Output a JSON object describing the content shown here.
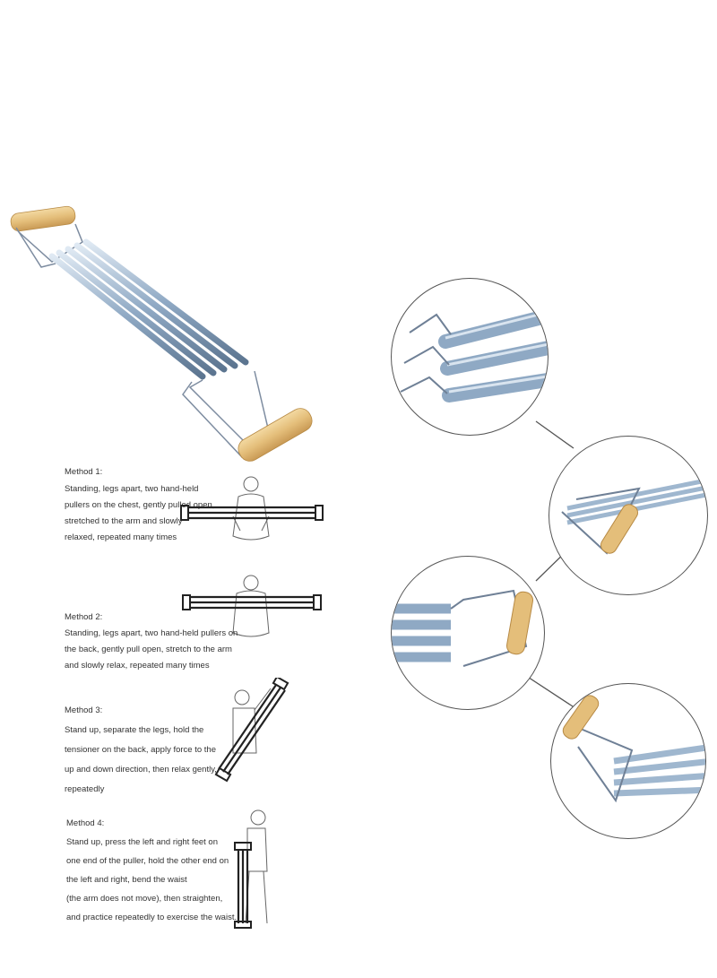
{
  "methods": [
    {
      "title": "Method 1:",
      "lines": [
        "Standing, legs apart, two hand-held",
        "pullers on the chest, gently pulled open,",
        "stretched to the arm and slowly",
        "relaxed, repeated many times"
      ]
    },
    {
      "title": "Method 2:",
      "lines": [
        "Standing, legs apart, two hand-held pullers on",
        "the back, gently pull open, stretch to the arm",
        "and slowly relax, repeated many times"
      ]
    },
    {
      "title": "Method 3:",
      "lines": [
        "Stand up, separate the legs, hold the",
        "tensioner on the back, apply force to the",
        "up and down direction, then relax gently,",
        "repeatedly"
      ]
    },
    {
      "title": "Method 4:",
      "lines": [
        "Stand up, press the left and right feet on",
        "one end of the puller, hold the other end on",
        "the left and right, bend the waist",
        "(the arm does not move), then straighten,",
        "and practice repeatedly to exercise the waist."
      ]
    }
  ],
  "colors": {
    "handle_wood": "#e9c98a",
    "handle_wood_dark": "#c89a55",
    "spring_steel": "#9fb7cf",
    "spring_dark": "#5e7a96",
    "wire": "#6f8096",
    "line": "#555555"
  }
}
